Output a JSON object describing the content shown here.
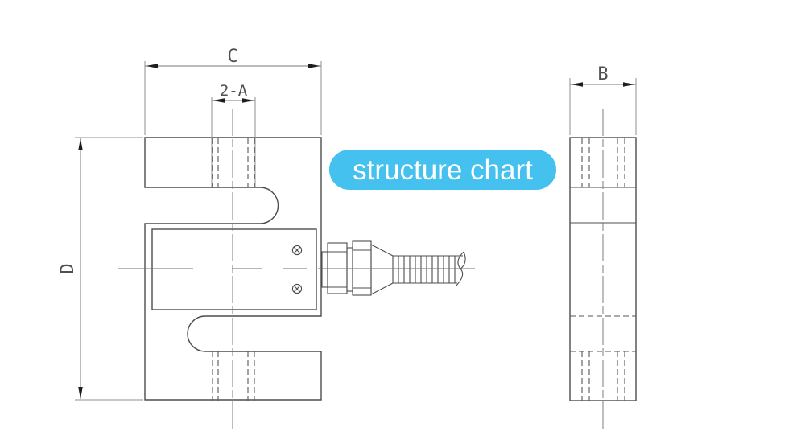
{
  "title_badge": {
    "label": "structure chart",
    "bg_color": "#45c1ef",
    "text_color": "#ffffff"
  },
  "dimensions": {
    "overall_width_label": "C",
    "bolt_holes_label": "2-A",
    "overall_height_label": "D",
    "thickness_label": "B"
  },
  "colors": {
    "accent": "#45c1ef",
    "drawing_line": "#4d4d4d",
    "auxiliary_line": "#8f8f8f"
  },
  "icons": {
    "screw_icon": "circle-with-cross",
    "cable_break_icon": "s-curve-break"
  }
}
